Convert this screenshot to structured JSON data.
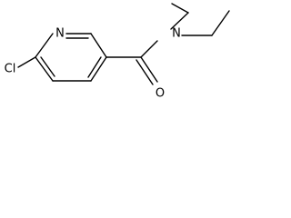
{
  "molecule": {
    "atoms": {
      "chlorine": "Cl",
      "ring_nitrogen": "N",
      "amide_nitrogen": "N",
      "carbonyl_oxygen": "O"
    }
  }
}
